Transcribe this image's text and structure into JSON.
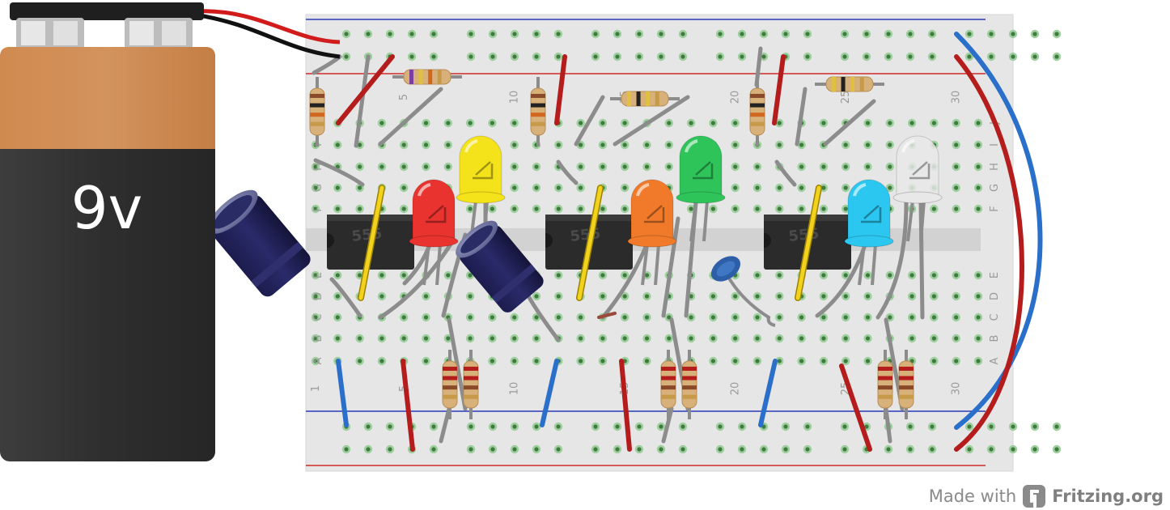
{
  "battery": {
    "label": "9v"
  },
  "chips": [
    "555",
    "555",
    "555"
  ],
  "breadboard": {
    "row_letters_top": [
      "J",
      "I",
      "H",
      "G",
      "F"
    ],
    "row_letters_bottom": [
      "E",
      "D",
      "C",
      "B",
      "A"
    ],
    "column_numbers_top": [
      "1",
      "5",
      "10",
      "15",
      "20",
      "25",
      "30"
    ],
    "column_numbers_bottom": [
      "1",
      "5",
      "10",
      "15",
      "20",
      "25",
      "30"
    ]
  },
  "leds": [
    {
      "color": "red",
      "hex": "#e8332e"
    },
    {
      "color": "yellow",
      "hex": "#f4e21a"
    },
    {
      "color": "orange",
      "hex": "#f07a2a"
    },
    {
      "color": "green",
      "hex": "#2fc45a"
    },
    {
      "color": "blue",
      "hex": "#2bc7f0"
    },
    {
      "color": "white",
      "hex": "#e8e8e8"
    }
  ],
  "footer": {
    "prefix": "Made with",
    "brand": "Fritzing.org"
  }
}
